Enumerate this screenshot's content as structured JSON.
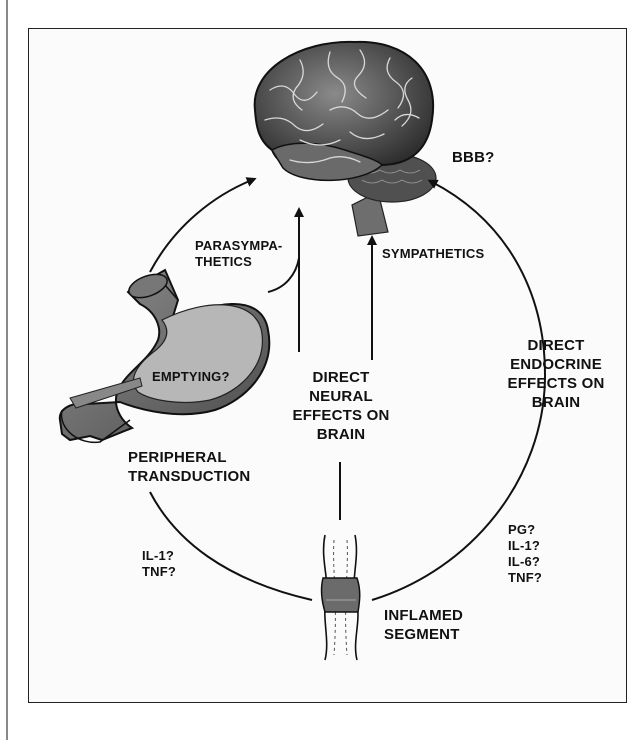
{
  "labels": {
    "bbb": "BBB?",
    "parasympathetics": [
      "PARASYMPA-",
      "THETICS"
    ],
    "sympathetics": "SYMPATHETICS",
    "emptying": "EMPTYING?",
    "direct_neural": [
      "DIRECT",
      "NEURAL",
      "EFFECTS ON",
      "BRAIN"
    ],
    "direct_endocrine": [
      "DIRECT",
      "ENDOCRINE",
      "EFFECTS ON",
      "BRAIN"
    ],
    "peripheral_transduction": [
      "PERIPHERAL",
      "TRANSDUCTION"
    ],
    "left_mediators": [
      "IL-1?",
      "TNF?"
    ],
    "right_mediators": [
      "PG?",
      "IL-1?",
      "IL-6?",
      "TNF?"
    ],
    "inflamed_segment": [
      "INFLAMED",
      "SEGMENT"
    ]
  },
  "nodes": {
    "brain": "brain",
    "stomach": "stomach",
    "intestine": "inflamed intestinal segment"
  }
}
